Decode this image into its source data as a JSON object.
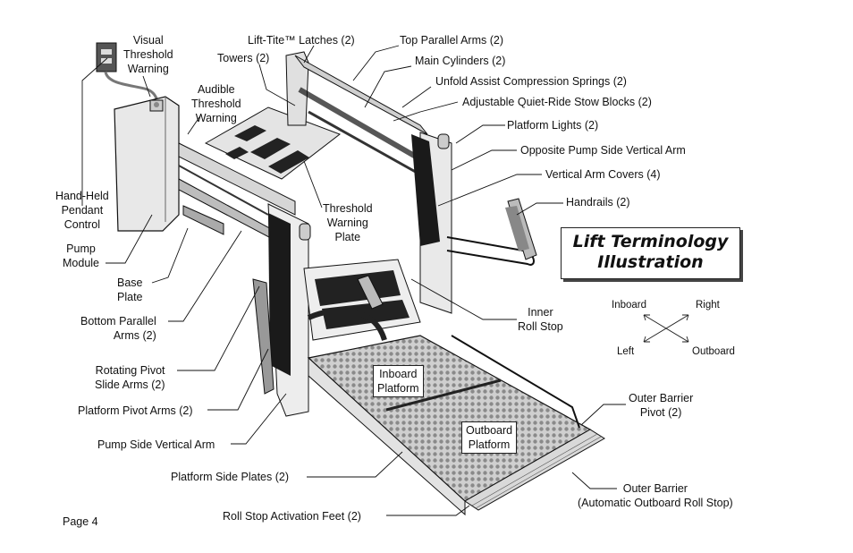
{
  "title": {
    "line1": "Lift Terminology",
    "line2": "Illustration"
  },
  "page_label": "Page 4",
  "labels": {
    "visual_threshold_warning": [
      "Visual",
      "Threshold",
      "Warning"
    ],
    "audible_threshold_warning": [
      "Audible",
      "Threshold",
      "Warning"
    ],
    "towers": "Towers (2)",
    "lift_tite_latches": "Lift-Tite™ Latches (2)",
    "top_parallel_arms": "Top Parallel Arms (2)",
    "main_cylinders": "Main Cylinders (2)",
    "unfold_springs": "Unfold Assist Compression Springs (2)",
    "stow_blocks": "Adjustable Quiet-Ride Stow Blocks (2)",
    "platform_lights": "Platform Lights (2)",
    "opposite_pump_arm": "Opposite Pump Side Vertical Arm",
    "vertical_arm_covers": "Vertical Arm Covers (4)",
    "handrails": "Handrails (2)",
    "hand_held_pendant": [
      "Hand-Held",
      "Pendant",
      "Control"
    ],
    "pump_module": [
      "Pump",
      "Module"
    ],
    "base_plate": [
      "Base",
      "Plate"
    ],
    "threshold_warning_plate": [
      "Threshold",
      "Warning",
      "Plate"
    ],
    "bottom_parallel_arms": [
      "Bottom Parallel",
      "Arms (2)"
    ],
    "inner_roll_stop": [
      "Inner",
      "Roll Stop"
    ],
    "rotating_pivot_slide_arms": [
      "Rotating Pivot",
      "Slide Arms (2)"
    ],
    "inboard_platform": [
      "Inboard",
      "Platform"
    ],
    "platform_pivot_arms": "Platform Pivot Arms (2)",
    "outer_barrier_pivot": [
      "Outer Barrier",
      "Pivot (2)"
    ],
    "outboard_platform": [
      "Outboard",
      "Platform"
    ],
    "pump_side_vertical_arm": "Pump Side Vertical Arm",
    "platform_side_plates": "Platform Side Plates (2)",
    "outer_barrier": [
      "Outer Barrier",
      "(Automatic Outboard Roll Stop)"
    ],
    "roll_stop_activation_feet": "Roll Stop Activation Feet (2)"
  },
  "directions": {
    "inboard": "Inboard",
    "right": "Right",
    "left": "Left",
    "outboard": "Outboard"
  }
}
